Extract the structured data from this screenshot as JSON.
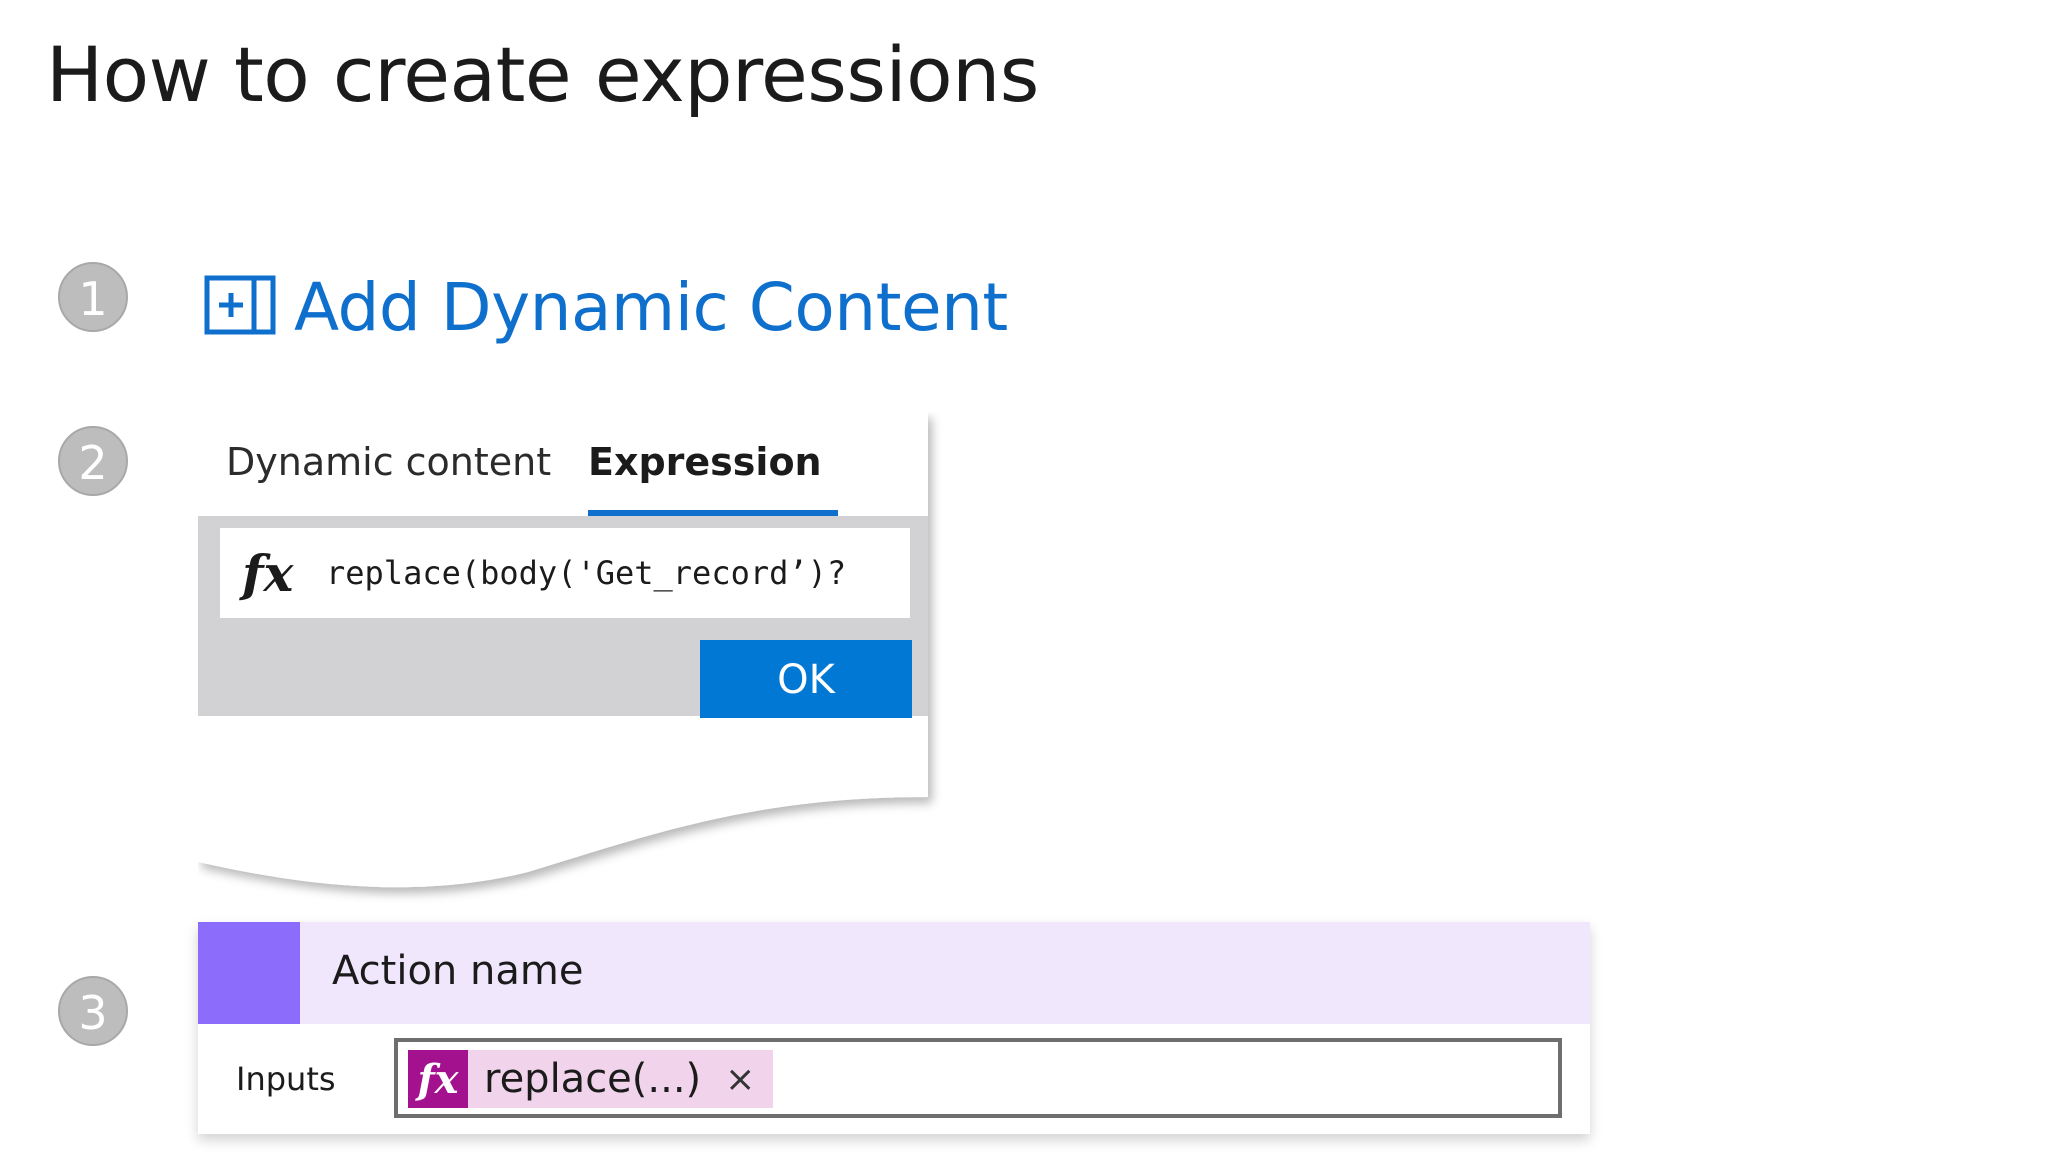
{
  "page": {
    "title": "How to create expressions"
  },
  "steps": [
    {
      "number": "1"
    },
    {
      "number": "2"
    },
    {
      "number": "3"
    }
  ],
  "step1": {
    "label": "Add Dynamic Content",
    "icon": "add-dynamic-content-icon"
  },
  "step2": {
    "tabs": [
      {
        "label": "Dynamic content",
        "selected": false
      },
      {
        "label": "Expression",
        "selected": true
      }
    ],
    "expression_icon": "fx-icon",
    "expression_value": "replace(body('Get_record’)?",
    "ok_label": "OK"
  },
  "step3": {
    "action_name": "Action name",
    "inputs_label": "Inputs",
    "token_icon": "fx-icon",
    "token_text": "replace(...)",
    "token_remove": "×"
  },
  "colors": {
    "accent_blue": "#0f6fcd",
    "ok_button": "#0078d4",
    "action_accent": "#8c6cfb",
    "action_header": "#f0e7fc",
    "token_icon_bg": "#a4118f",
    "token_bg": "#f1d4ec"
  }
}
